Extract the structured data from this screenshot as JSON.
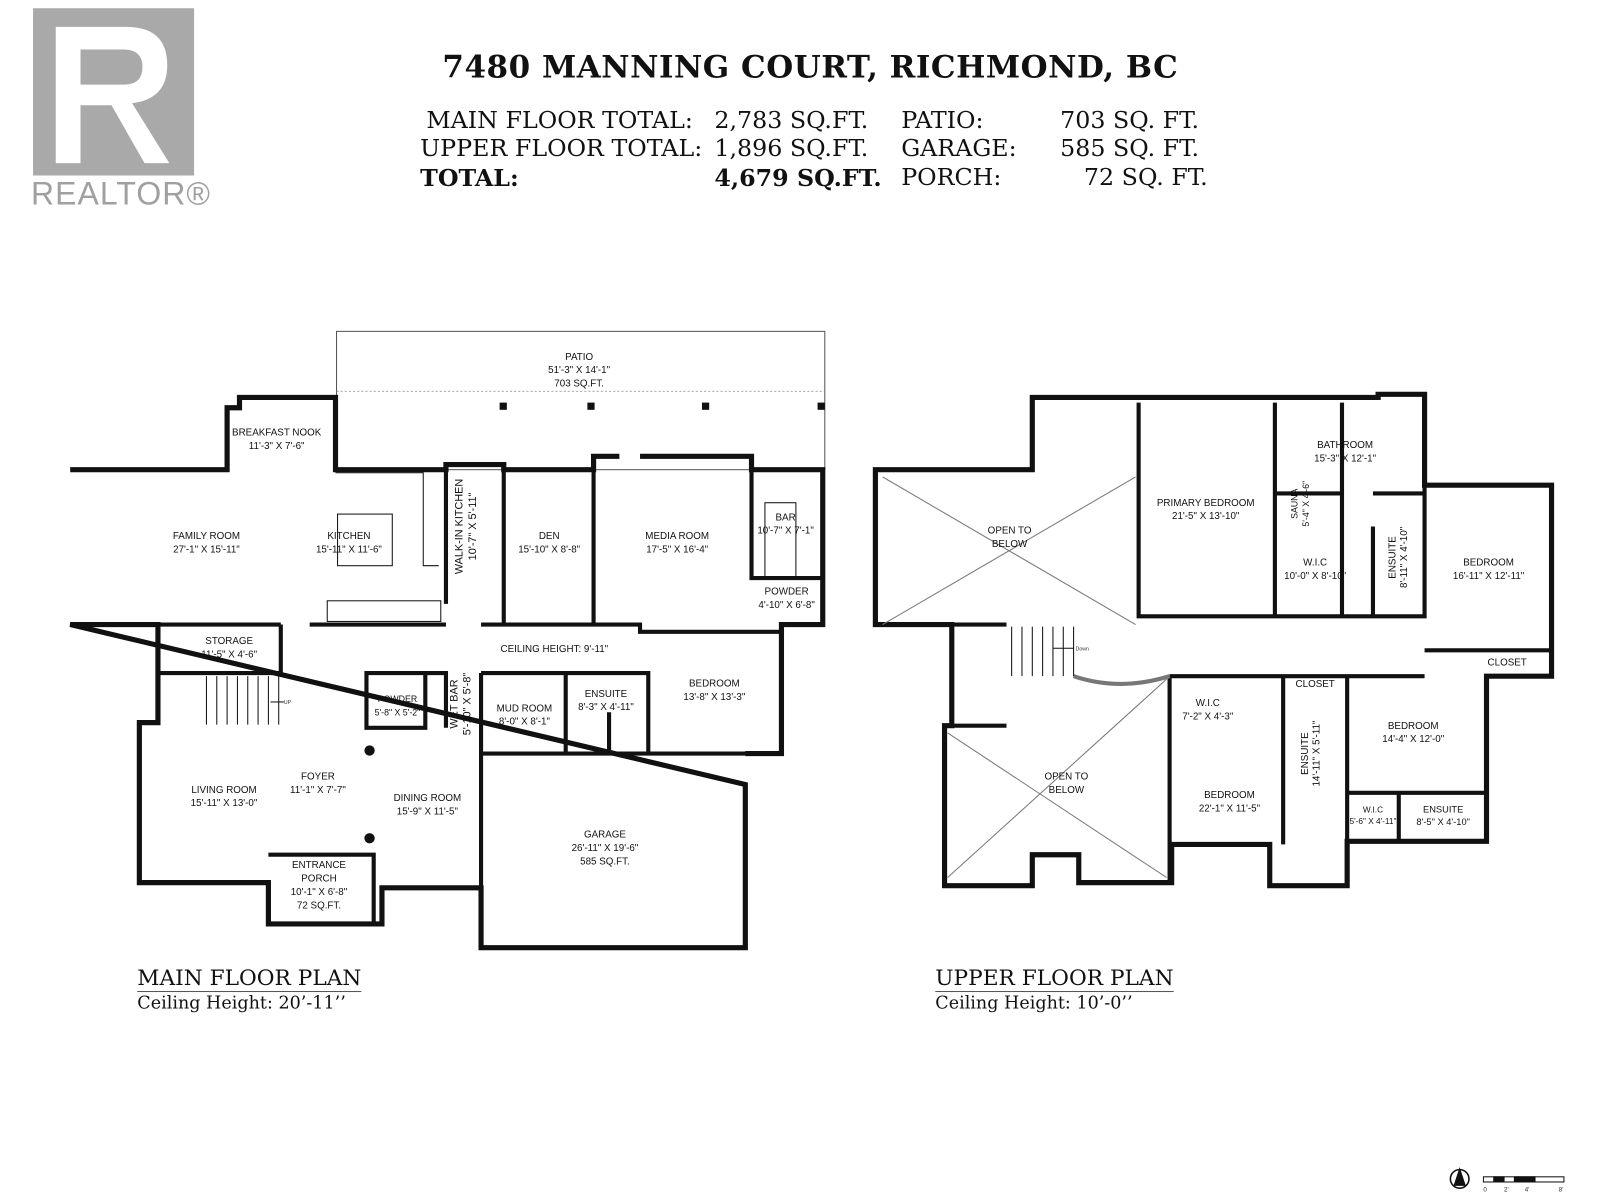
{
  "logo": {
    "text": "REALTOR®"
  },
  "title": "7480 MANNING COURT, RICHMOND, BC",
  "stats": {
    "main_floor": {
      "label": "MAIN FLOOR TOTAL:",
      "value": "2,783 SQ.FT."
    },
    "upper_floor": {
      "label": "UPPER FLOOR TOTAL:",
      "value": "1,896 SQ.FT."
    },
    "total": {
      "label": "TOTAL:",
      "value": "4,679 SQ.FT."
    },
    "patio": {
      "label": "PATIO:",
      "value": "703 SQ. FT."
    },
    "garage": {
      "label": "GARAGE:",
      "value": "585 SQ. FT."
    },
    "porch": {
      "label": "PORCH:",
      "value": "72 SQ. FT."
    }
  },
  "main_floor": {
    "title": "MAIN FLOOR PLAN",
    "ceiling": "Ceiling Height: 20’-11’’",
    "hall_ceiling": "CEILING HEIGHT: 9'-11\"",
    "rooms": [
      {
        "name": "PATIO",
        "dims": "51'-3\" X 14'-1\"",
        "area": "703 SQ.FT."
      },
      {
        "name": "BREAKFAST NOOK",
        "dims": "11'-3\" X 7'-6\""
      },
      {
        "name": "FAMILY ROOM",
        "dims": "27'-1\" X 15'-11\""
      },
      {
        "name": "KITCHEN",
        "dims": "15'-11\" X 11'-6\""
      },
      {
        "name": "WALK-IN KITCHEN",
        "dims": "10'-7\" X 5'-11\""
      },
      {
        "name": "DEN",
        "dims": "15'-10\" X 8'-8\""
      },
      {
        "name": "MEDIA ROOM",
        "dims": "17'-5\" X 16'-4\""
      },
      {
        "name": "BAR",
        "dims": "10'-7\" X 7'-1\""
      },
      {
        "name": "POWDER",
        "dims": "4'-10\" X 6'-8\""
      },
      {
        "name": "STORAGE",
        "dims": "11'-5\" X 4'-6\""
      },
      {
        "name": "POWDER",
        "dims": "5'-8\" X 5'-2\""
      },
      {
        "name": "WET BAR",
        "dims": "5'-10\" X 5'-8\""
      },
      {
        "name": "MUD ROOM",
        "dims": "8'-0\" X 8'-1\""
      },
      {
        "name": "ENSUITE",
        "dims": "8'-3\" X 4'-11\""
      },
      {
        "name": "BEDROOM",
        "dims": "13'-8\" X 13'-3\""
      },
      {
        "name": "LIVING ROOM",
        "dims": "15'-11\" X 13'-0\""
      },
      {
        "name": "FOYER",
        "dims": "11'-1\" X 7'-7\""
      },
      {
        "name": "DINING ROOM",
        "dims": "15'-9\" X 11'-5\""
      },
      {
        "name": "GARAGE",
        "dims": "26'-11\" X 19'-6\"",
        "area": "585 SQ.FT."
      },
      {
        "name": "ENTRANCE PORCH",
        "dims": "10'-1\" X 6'-8\"",
        "area": "72 SQ.FT."
      }
    ],
    "stairs_label": "UP"
  },
  "upper_floor": {
    "title": "UPPER FLOOR PLAN",
    "ceiling": "Ceiling Height: 10’-0’’",
    "rooms": [
      {
        "name": "OPEN TO BELOW"
      },
      {
        "name": "PRIMARY BEDROOM",
        "dims": "21'-5\" X 13'-10\""
      },
      {
        "name": "BATHROOM",
        "dims": "15'-3\" X 12'-1\""
      },
      {
        "name": "SAUNA",
        "dims": "5'-4\" X 4'-6\""
      },
      {
        "name": "W.I.C",
        "dims": "10'-0\" X 8'-10\""
      },
      {
        "name": "ENSUITE",
        "dims": "8'-11\" X 4'-10\""
      },
      {
        "name": "BEDROOM",
        "dims": "16'-11\" X 12'-11\""
      },
      {
        "name": "CLOSET"
      },
      {
        "name": "CLOSET"
      },
      {
        "name": "W.I.C",
        "dims": "7'-2\" X 4'-3\""
      },
      {
        "name": "BEDROOM",
        "dims": "14'-4\" X 12'-0\""
      },
      {
        "name": "ENSUITE",
        "dims": "14'-11\" X 5'-11\""
      },
      {
        "name": "OPEN TO BELOW"
      },
      {
        "name": "BEDROOM",
        "dims": "22'-1\" X 11'-5\""
      },
      {
        "name": "W.I.C",
        "dims": "5'-6\" X 4'-11\""
      },
      {
        "name": "ENSUITE",
        "dims": "8'-5\" X 4'-10\""
      }
    ],
    "stairs_label": "Down"
  },
  "scale": {
    "ticks": [
      "0",
      "2'",
      "4'",
      "8'"
    ]
  }
}
